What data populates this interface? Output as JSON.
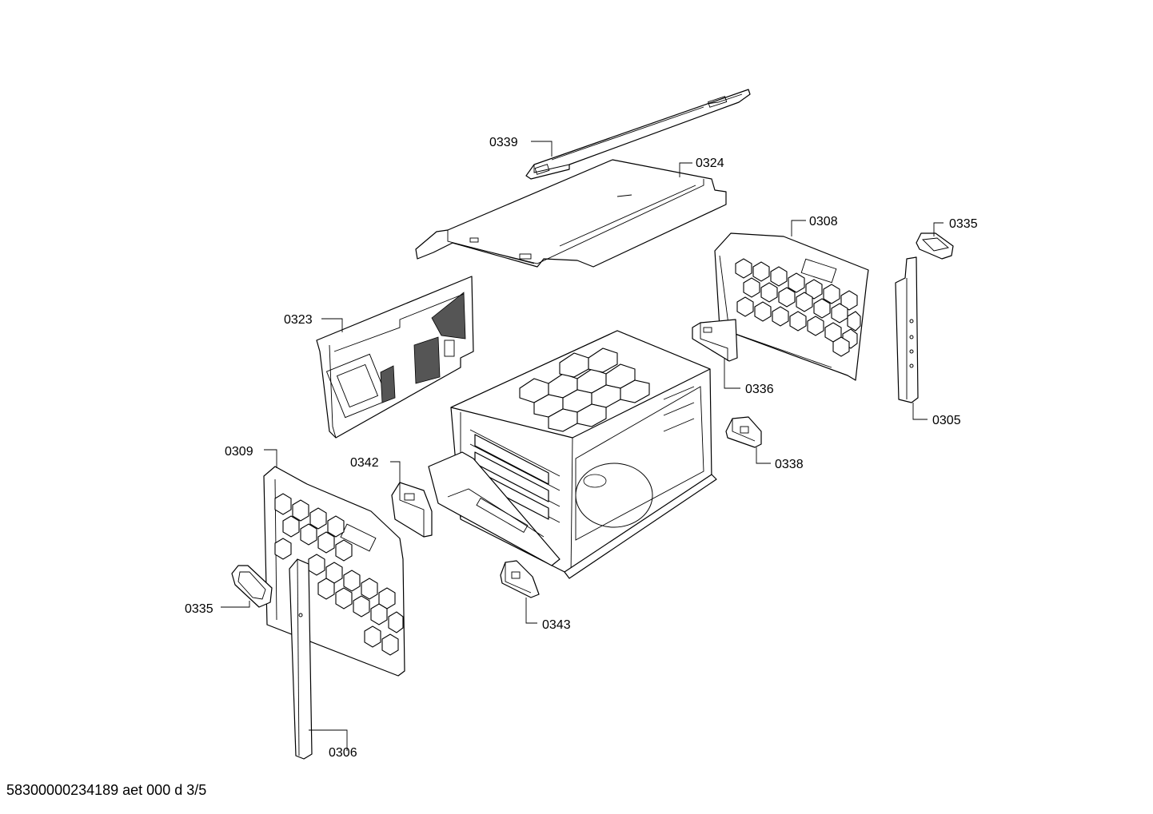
{
  "footer_text": "58300000234189 aet 000 d 3/5",
  "callouts": {
    "c0339": "0339",
    "c0324": "0324",
    "c0308": "0308",
    "c0335_top": "0335",
    "c0323": "0323",
    "c0336": "0336",
    "c0305": "0305",
    "c0338": "0338",
    "c0309": "0309",
    "c0342": "0342",
    "c0335_left": "0335",
    "c0343": "0343",
    "c0306": "0306"
  }
}
